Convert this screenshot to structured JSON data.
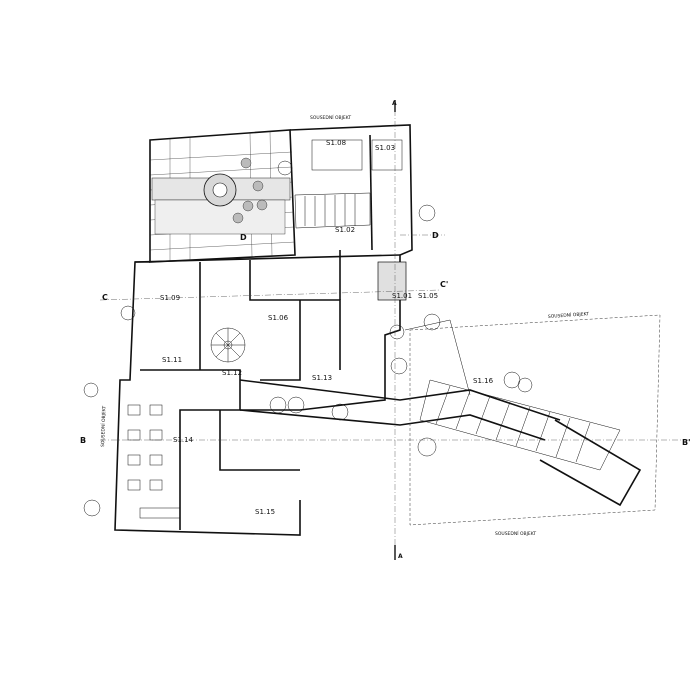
{
  "neighbor_labels": {
    "top": "SOUSEDNÍ OBJEKT",
    "right": "SOUSEDNÍ OBJEKT",
    "bottom": "SOUSEDNÍ OBJEKT",
    "left": "SOUSEDNÍ OBJEKT"
  },
  "section_marks": {
    "a_top": "A",
    "a_bottom": "A",
    "b_left": "B",
    "b_right": "B'",
    "c_left": "C",
    "c_right": "C'",
    "d_left": "D",
    "d_right": "D"
  },
  "rooms": [
    {
      "id": "s1_06",
      "label": "S1.06"
    },
    {
      "id": "s1_09",
      "label": "S1.09"
    },
    {
      "id": "s1_03",
      "label": "S1.03"
    },
    {
      "id": "s1_08",
      "label": "S1.08"
    },
    {
      "id": "s1_01",
      "label": "S1.01"
    },
    {
      "id": "s1_02",
      "label": "S1.02"
    },
    {
      "id": "s1_12",
      "label": "S1.12"
    },
    {
      "id": "s1_13",
      "label": "S1.13"
    },
    {
      "id": "s1_14",
      "label": "S1.14"
    },
    {
      "id": "s1_15",
      "label": "S1.15"
    },
    {
      "id": "s1_16",
      "label": "S1.16"
    },
    {
      "id": "s1_11",
      "label": "S1.11"
    },
    {
      "id": "s1_05",
      "label": "S1.05"
    }
  ]
}
